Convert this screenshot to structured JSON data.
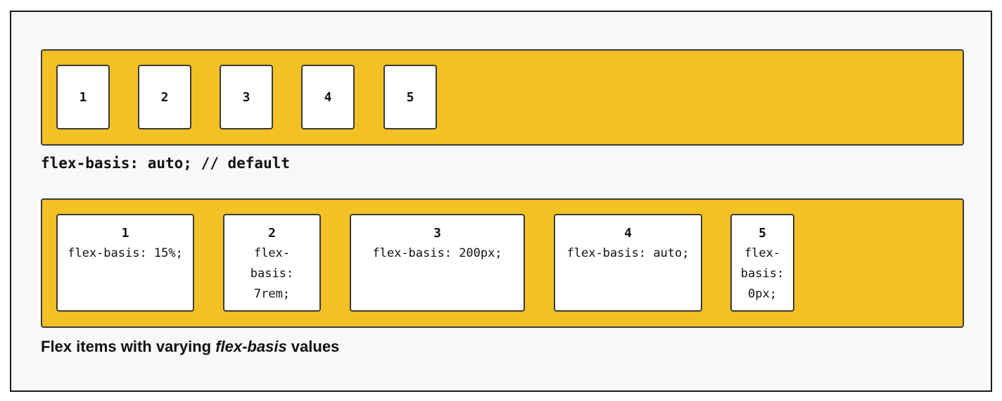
{
  "row1": {
    "items": [
      "1",
      "2",
      "3",
      "4",
      "5"
    ],
    "caption": "flex-basis: auto; // default"
  },
  "row2": {
    "items": [
      {
        "num": "1",
        "desc": "flex-basis: 15%;"
      },
      {
        "num": "2",
        "desc": "flex-basis: 7rem;"
      },
      {
        "num": "3",
        "desc": "flex-basis: 200px;"
      },
      {
        "num": "4",
        "desc": "flex-basis: auto;"
      },
      {
        "num": "5",
        "desc": "flex-basis: 0px;"
      }
    ],
    "caption": {
      "before": "Flex items with varying ",
      "emphasis": "flex-basis",
      "after": " values"
    }
  },
  "colors": {
    "container_fill": "#f4c124",
    "item_fill": "#ffffff",
    "border": "#3a3a3a",
    "page_background": "#f7f8fa"
  }
}
